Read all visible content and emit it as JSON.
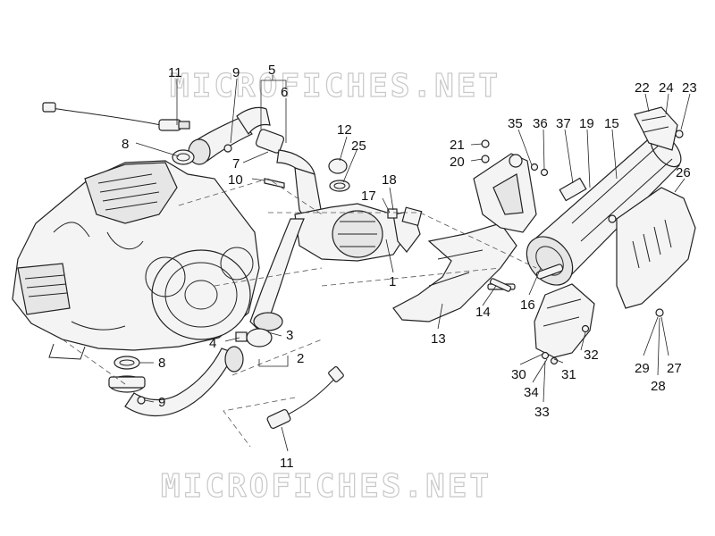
{
  "watermark": {
    "top": "MICROFICHES.NET",
    "bottom": "MICROFICHES.NET"
  },
  "callouts": [
    {
      "id": "c11a",
      "text": "11"
    },
    {
      "id": "c9a",
      "text": "9"
    },
    {
      "id": "c5",
      "text": "5"
    },
    {
      "id": "c6",
      "text": "6"
    },
    {
      "id": "c8a",
      "text": "8"
    },
    {
      "id": "c7",
      "text": "7"
    },
    {
      "id": "c10",
      "text": "10"
    },
    {
      "id": "c12",
      "text": "12"
    },
    {
      "id": "c25",
      "text": "25"
    },
    {
      "id": "c18",
      "text": "18"
    },
    {
      "id": "c17",
      "text": "17"
    },
    {
      "id": "c1",
      "text": "1"
    },
    {
      "id": "c21",
      "text": "21"
    },
    {
      "id": "c20",
      "text": "20"
    },
    {
      "id": "c35",
      "text": "35"
    },
    {
      "id": "c36",
      "text": "36"
    },
    {
      "id": "c37",
      "text": "37"
    },
    {
      "id": "c19",
      "text": "19"
    },
    {
      "id": "c15",
      "text": "15"
    },
    {
      "id": "c22",
      "text": "22"
    },
    {
      "id": "c24",
      "text": "24"
    },
    {
      "id": "c23",
      "text": "23"
    },
    {
      "id": "c26",
      "text": "26"
    },
    {
      "id": "c14",
      "text": "14"
    },
    {
      "id": "c16",
      "text": "16"
    },
    {
      "id": "c13",
      "text": "13"
    },
    {
      "id": "c4",
      "text": "4"
    },
    {
      "id": "c3",
      "text": "3"
    },
    {
      "id": "c2",
      "text": "2"
    },
    {
      "id": "c8b",
      "text": "8"
    },
    {
      "id": "c9b",
      "text": "9"
    },
    {
      "id": "c11b",
      "text": "11"
    },
    {
      "id": "c32",
      "text": "32"
    },
    {
      "id": "c30",
      "text": "30"
    },
    {
      "id": "c31",
      "text": "31"
    },
    {
      "id": "c34",
      "text": "34"
    },
    {
      "id": "c33",
      "text": "33"
    },
    {
      "id": "c29",
      "text": "29"
    },
    {
      "id": "c27",
      "text": "27"
    },
    {
      "id": "c28",
      "text": "28"
    }
  ]
}
